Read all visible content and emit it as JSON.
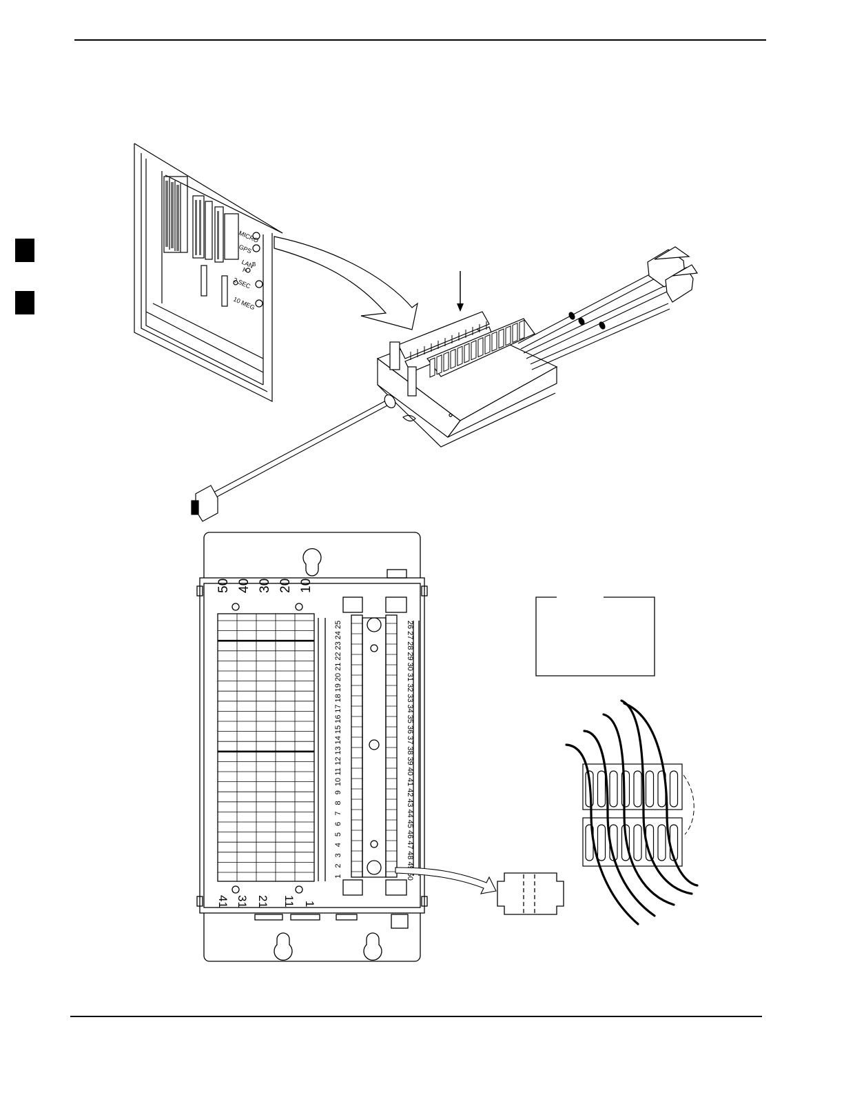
{
  "panel_labels": {
    "micro": "MICRO",
    "gps": "GPS",
    "lan": "LAN",
    "lan_a": "A",
    "lan_b": "B",
    "sec": "2 SEC",
    "meg": "10 MEG"
  },
  "top_row_numbers": [
    "50",
    "40",
    "30",
    "20",
    "10"
  ],
  "bottom_row_numbers": [
    "41",
    "31",
    "21",
    "11",
    "1"
  ],
  "left_column_numbers": [
    "25",
    "24",
    "23",
    "22",
    "21",
    "20",
    "19",
    "18",
    "17",
    "16",
    "15",
    "14",
    "13",
    "12",
    "11",
    "10",
    "9",
    "8",
    "7",
    "6",
    "5",
    "4",
    "3",
    "2",
    "1"
  ],
  "right_column_numbers": [
    "26",
    "27",
    "28",
    "29",
    "30",
    "31",
    "32",
    "33",
    "34",
    "35",
    "36",
    "37",
    "38",
    "39",
    "40",
    "41",
    "42",
    "43",
    "44",
    "45",
    "46",
    "47",
    "48",
    "49",
    "50"
  ]
}
